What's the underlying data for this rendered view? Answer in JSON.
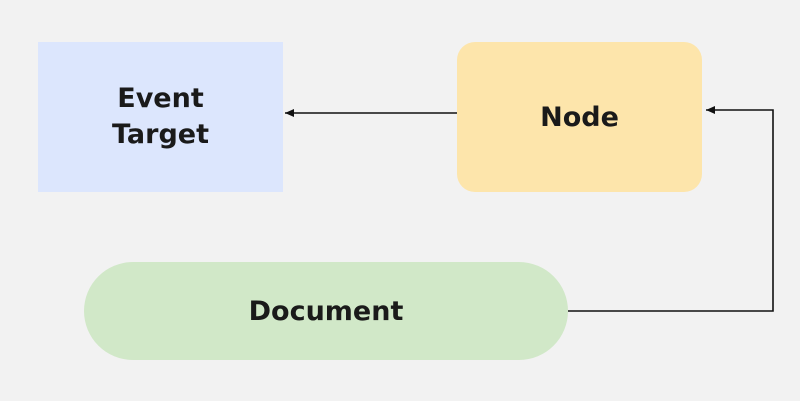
{
  "nodes": {
    "event_target": {
      "line1": "Event",
      "line2": "Target",
      "color": "#dce6fd"
    },
    "node": {
      "label": "Node",
      "color": "#fde5ab"
    },
    "document": {
      "label": "Document",
      "color": "#d1e8c8"
    }
  },
  "edges": [
    {
      "from": "node",
      "to": "event_target"
    },
    {
      "from": "document",
      "to": "node"
    }
  ]
}
